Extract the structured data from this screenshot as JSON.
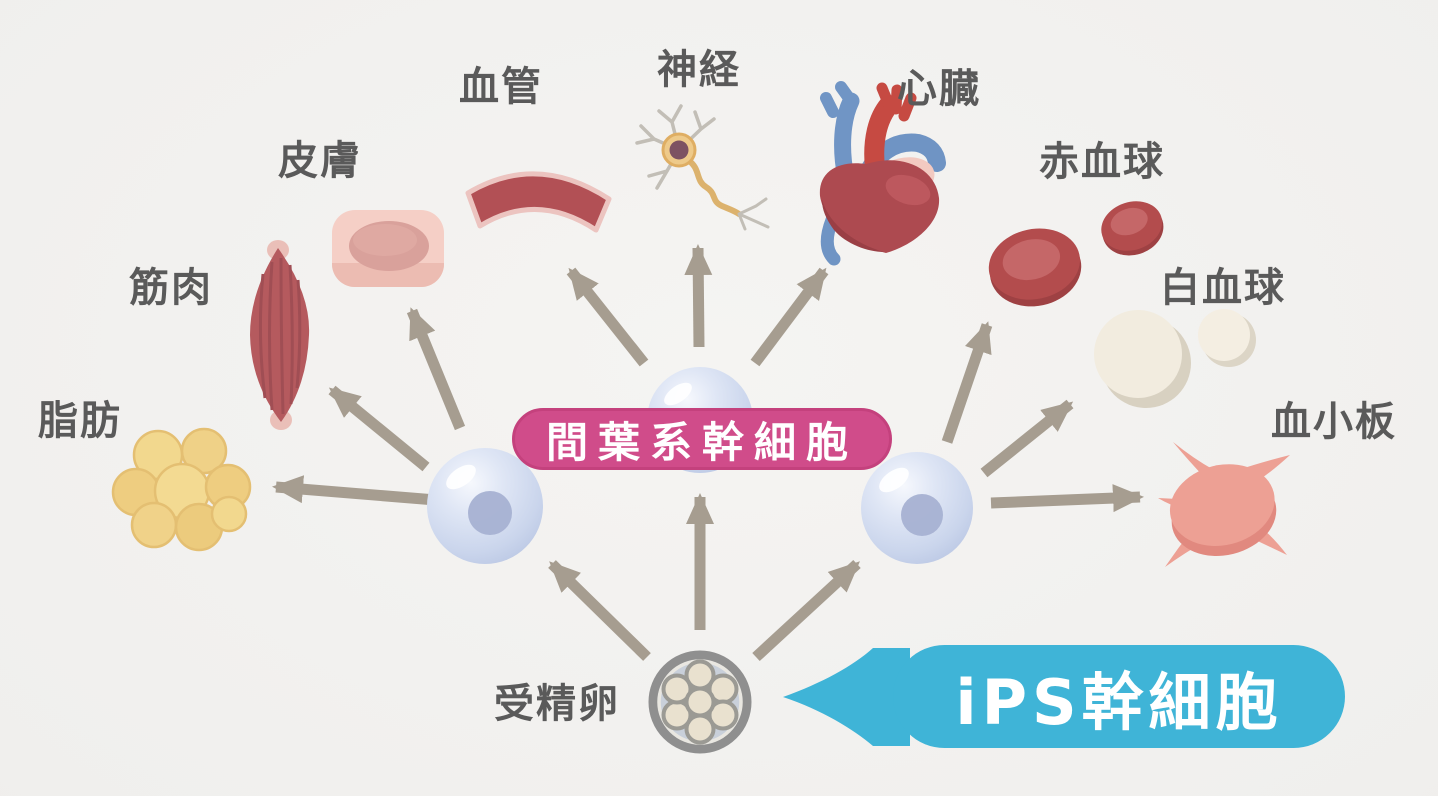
{
  "labels": {
    "fat": "脂肪",
    "muscle": "筋肉",
    "skin": "皮膚",
    "blood_vessel": "血管",
    "nerve": "神経",
    "heart": "心臓",
    "red_blood_cell": "赤血球",
    "white_blood_cell": "白血球",
    "platelet": "血小板",
    "fertilized_egg": "受精卵"
  },
  "badges": {
    "mesenchymal_stem_cell": "間葉系幹細胞",
    "ips_stem_cell": "iPS幹細胞"
  },
  "colors": {
    "background": "#f0efed",
    "label_text": "#5a5a5a",
    "arrow": "#a69d90",
    "badge_pink": "#d04c8a",
    "bubble_cyan": "#3fb4d7",
    "stem_cell_blue": "#ccd7ec",
    "egg_ring_gray": "#8f8f8f",
    "red_cell": "#b34c4d",
    "white_cell": "#f1ebdf",
    "platelet_pink": "#eda094",
    "fat_yellow": "#f2d88e",
    "muscle_red": "#b55a5e",
    "skin_pink": "#f5cfc6",
    "vessel_red": "#b25055"
  }
}
